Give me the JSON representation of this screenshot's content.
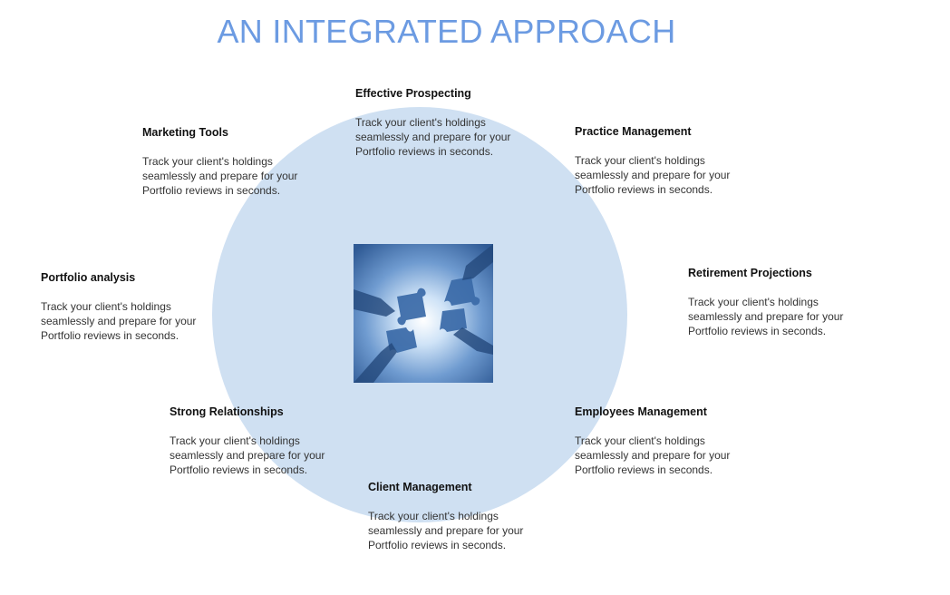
{
  "page": {
    "title": "AN INTEGRATED APPROACH"
  },
  "items": [
    {
      "title": "Effective Prospecting",
      "text": "Track your client's holdings seamlessly and prepare for your Portfolio reviews in seconds."
    },
    {
      "title": "Marketing Tools",
      "text": "Track your client's holdings seamlessly and prepare for your Portfolio reviews in seconds."
    },
    {
      "title": "Practice Management",
      "text": "Track your client's holdings seamlessly and prepare for your Portfolio reviews in seconds."
    },
    {
      "title": "Portfolio analysis",
      "text": "Track your client's holdings seamlessly and prepare for your Portfolio reviews in seconds."
    },
    {
      "title": "Retirement Projections",
      "text": "Track your client's holdings seamlessly and prepare for your Portfolio reviews in seconds."
    },
    {
      "title": "Strong Relationships",
      "text": "Track your client's holdings seamlessly and prepare for your Portfolio reviews in seconds."
    },
    {
      "title": "Employees Management",
      "text": "Track your client's holdings seamlessly and prepare for your Portfolio reviews in seconds."
    },
    {
      "title": "Client Management",
      "text": "Track your client's holdings seamlessly and prepare for your Portfolio reviews in seconds."
    }
  ],
  "colors": {
    "title": "#6c9be2",
    "circle": "#cfe0f2"
  }
}
